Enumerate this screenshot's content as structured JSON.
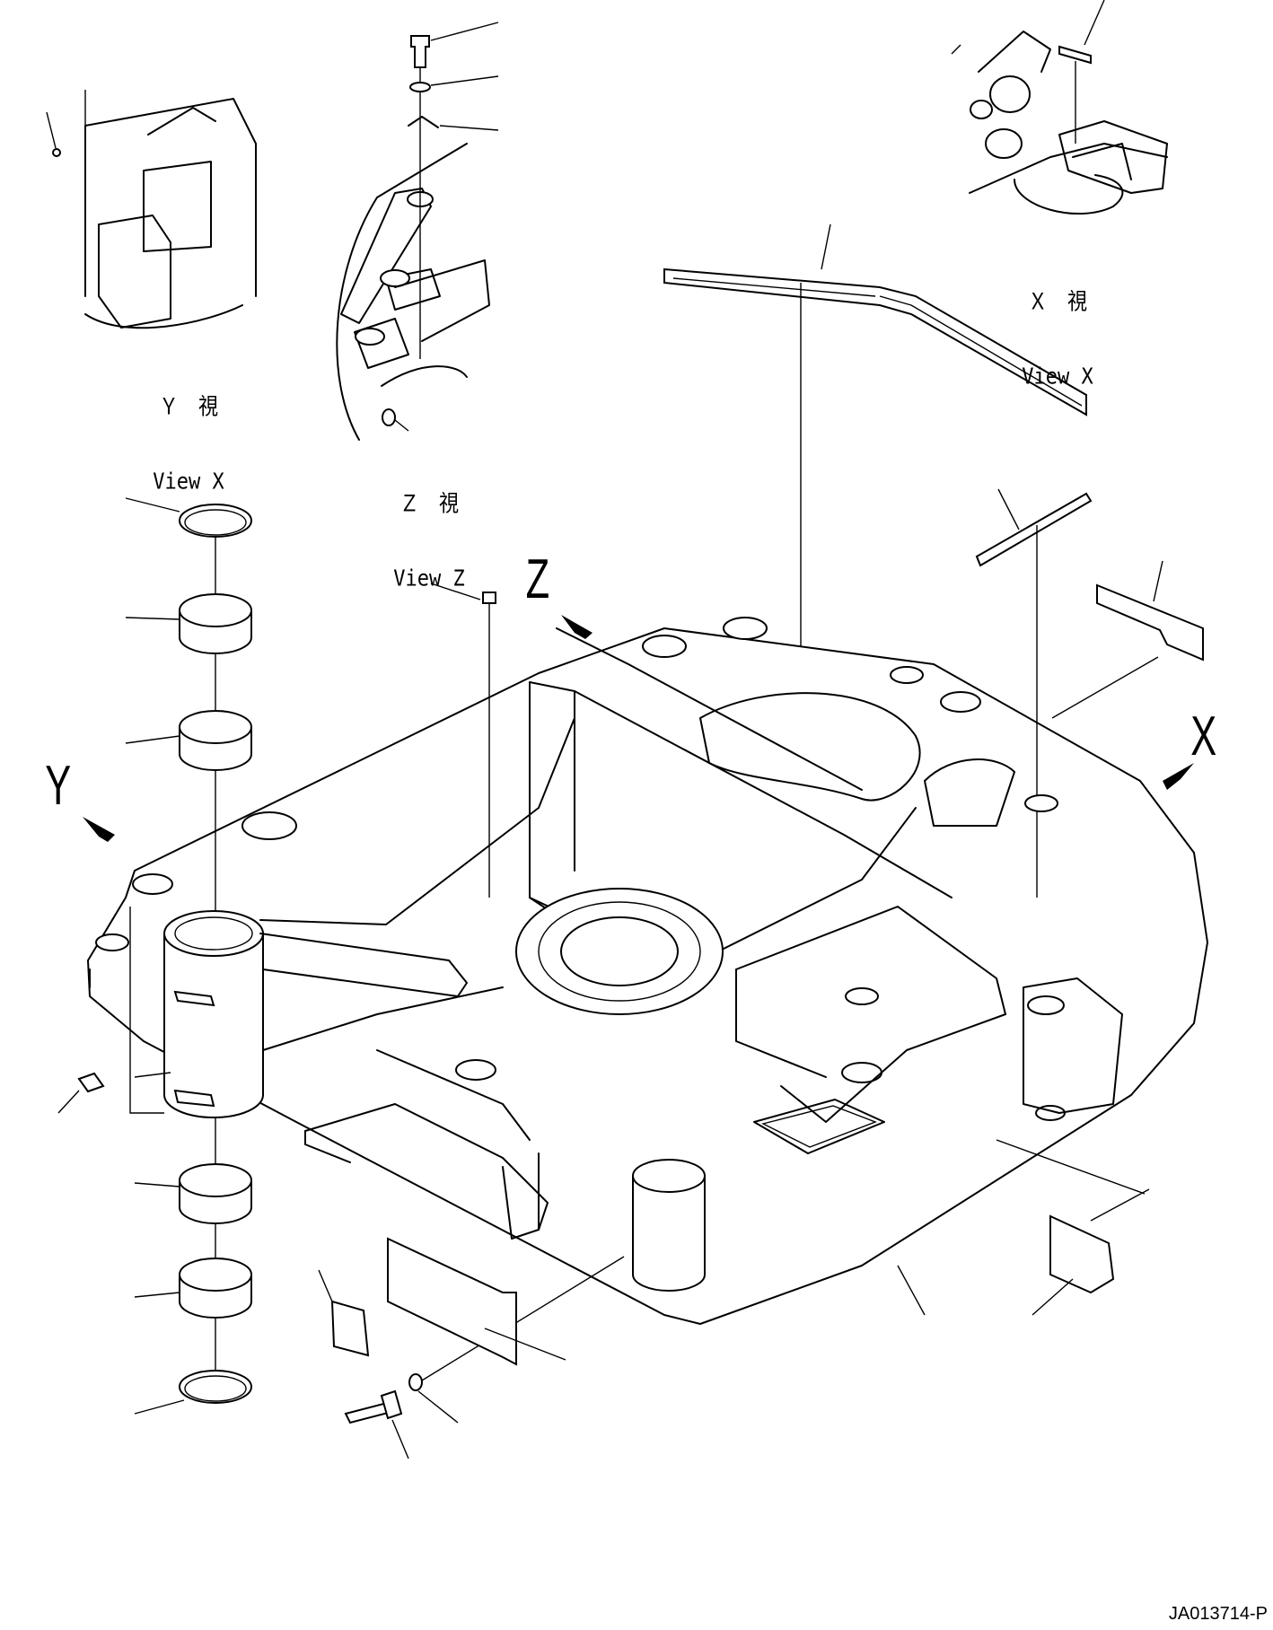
{
  "views": {
    "y": {
      "jp": "Ｙ　視",
      "en": "View X"
    },
    "z": {
      "jp": "Ｚ　視",
      "en": "View Z"
    },
    "x": {
      "jp": "Ｘ　視",
      "en": "View X"
    }
  },
  "markers": {
    "y": "Y",
    "z": "Z",
    "x": "X"
  },
  "drawing_code": "JA013714-P",
  "colors": {
    "ink": "#000000",
    "paper": "#ffffff"
  }
}
